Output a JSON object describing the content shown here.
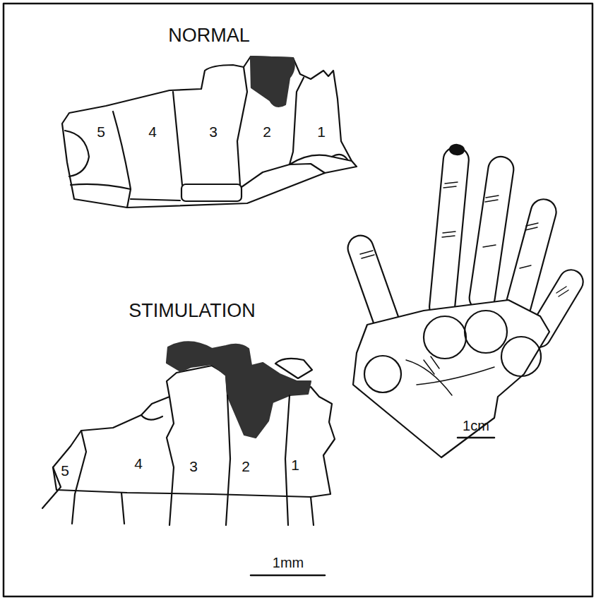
{
  "diagram": {
    "labels": [
      "NORMAL",
      "5",
      "4",
      "3",
      "2",
      "1",
      "STIMULATION",
      "5",
      "4",
      "3",
      "2",
      "1",
      "1cm",
      "1mm"
    ]
  }
}
